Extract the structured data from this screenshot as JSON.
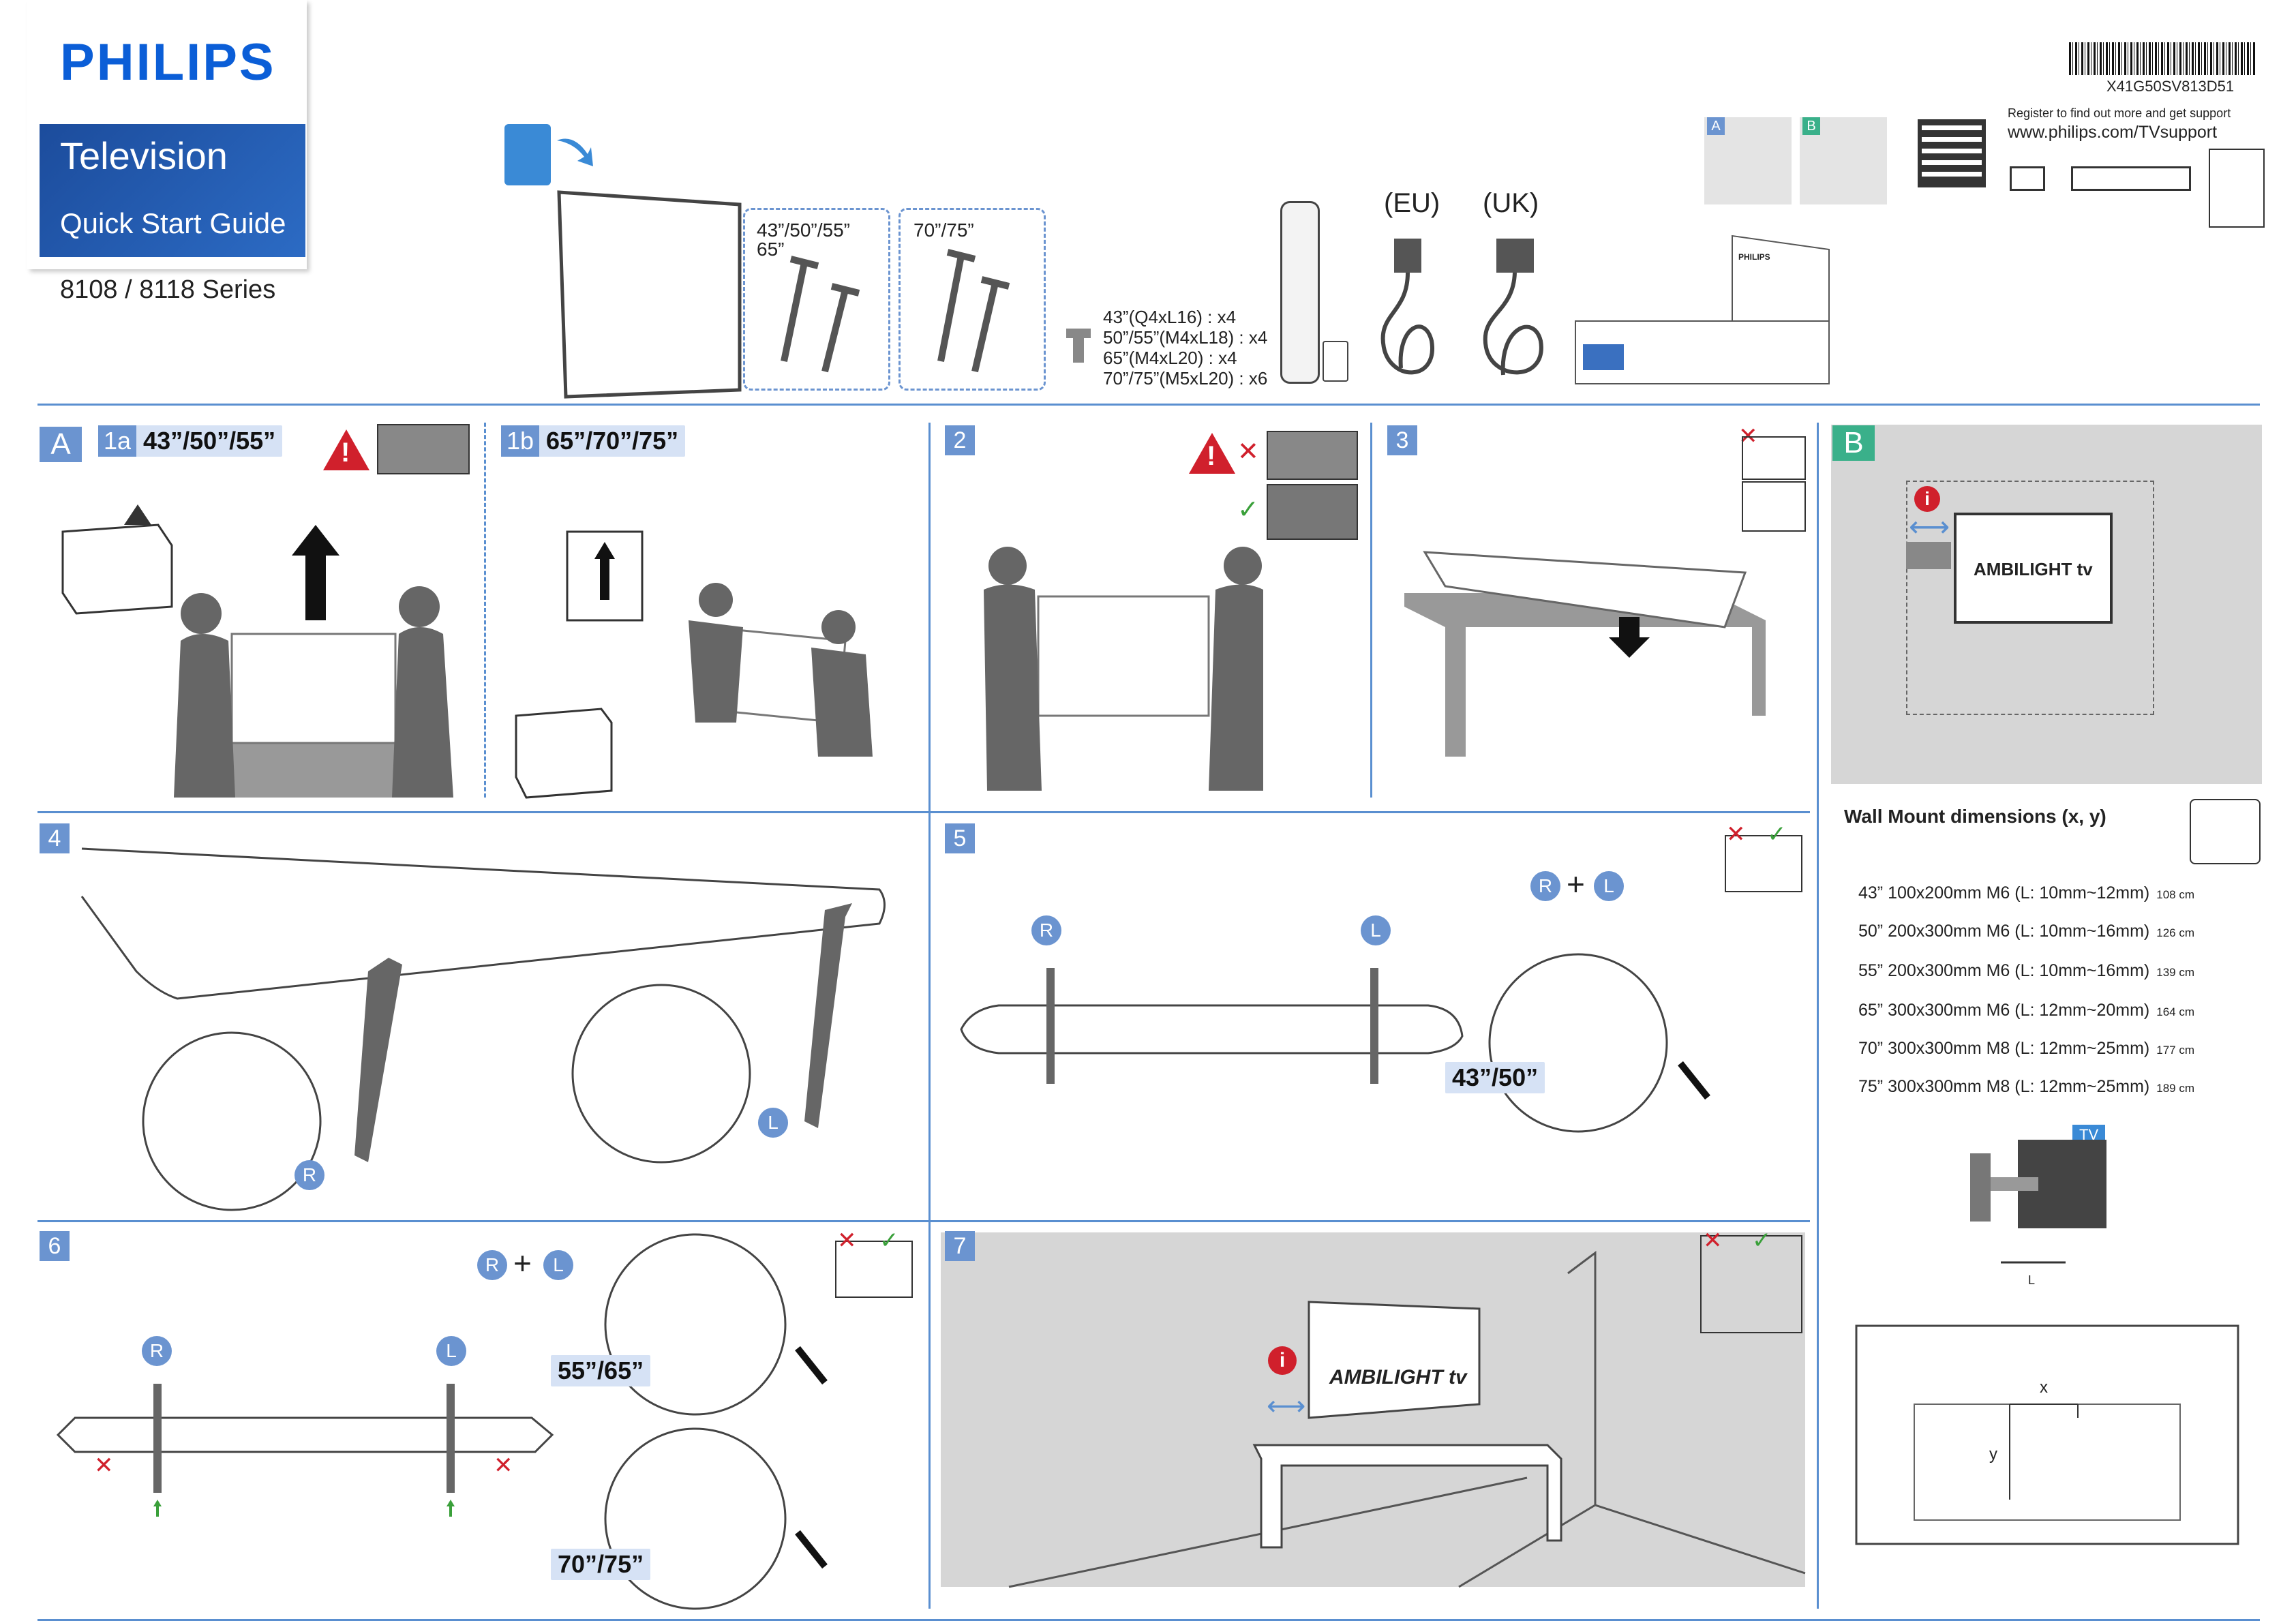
{
  "header": {
    "brand": "PHILIPS",
    "product": "Television",
    "guide": "Quick Start Guide",
    "series": "8108 / 8118 Series",
    "barcode_text": "X41G50SV813D51",
    "register_text": "Register to find out more and get support",
    "support_url": "www.philips.com/TVsupport",
    "section_a_tag": "A",
    "section_b_tag": "B",
    "stand_small_sizes": "43”/50”/55”",
    "stand_small_sizes_2": "65”",
    "stand_large_sizes": "70”/75”",
    "plug_eu": "(EU)",
    "plug_uk": "(UK)",
    "screws": [
      "43”(Q4xL16) : x4",
      "50”/55”(M4xL18) : x4",
      "65”(M4xL20) : x4",
      "70”/75”(M5xL20) : x6"
    ],
    "manual_brand": "PHILIPS"
  },
  "steps": {
    "a": "A",
    "s1a": "1a",
    "s1a_sizes": "43”/50”/55”",
    "s1b": "1b",
    "s1b_sizes": "65”/70”/75”",
    "s2": "2",
    "s3": "3",
    "s4": "4",
    "s5": "5",
    "s6": "6",
    "s7": "7",
    "b": "B",
    "warn": "!",
    "cross": "✕",
    "check": "✓",
    "r": "R",
    "l": "L",
    "plus": "+",
    "s5_size": "43”/50”",
    "s6_size_a": "55”/65”",
    "s6_size_b": "70”/75”",
    "ambilight": "AMBILIGHT tv"
  },
  "wall_mount": {
    "title": "Wall Mount dimensions (x, y)",
    "rows": [
      {
        "spec": "43”  100x200mm M6 (L: 10mm~12mm)",
        "cm": "108 cm"
      },
      {
        "spec": "50”  200x300mm M6 (L: 10mm~16mm)",
        "cm": "126 cm"
      },
      {
        "spec": "55”  200x300mm M6 (L: 10mm~16mm)",
        "cm": "139 cm"
      },
      {
        "spec": "65”  300x300mm M6 (L: 12mm~20mm)",
        "cm": "164 cm"
      },
      {
        "spec": "70”  300x300mm M8 (L: 12mm~25mm)",
        "cm": "177 cm"
      },
      {
        "spec": "75”  300x300mm M8 (L: 12mm~25mm)",
        "cm": "189 cm"
      }
    ],
    "tv_label": "TV",
    "l_label": "L",
    "x_label": "x",
    "y_label": "y"
  },
  "colors": {
    "brand_blue": "#0b5ed7",
    "accent": "#6b94d0",
    "warn_red": "#d0202c",
    "ok_green": "#3aa03a"
  }
}
